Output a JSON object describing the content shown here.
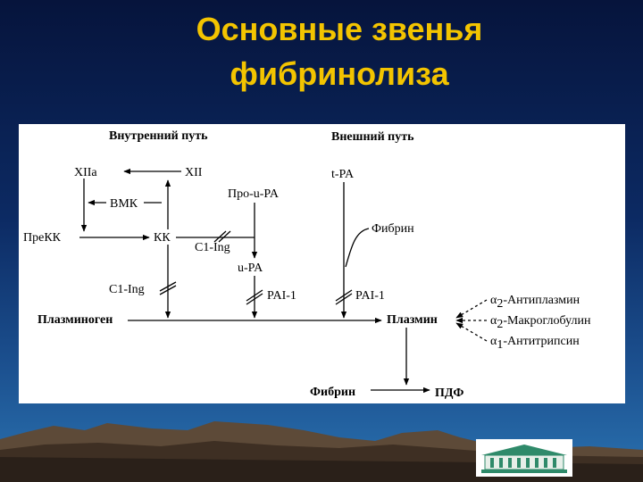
{
  "title": {
    "line1": "Основные звенья",
    "line2": "фибринолиза"
  },
  "diagram": {
    "intrinsic_header": "Внутренний путь",
    "extrinsic_header": "Внешний путь",
    "nodes": {
      "xiia": "XIIa",
      "xii": "XII",
      "vmk": "ВМК",
      "pro_u_pa": "Про-u-PA",
      "prekk": "ПреКК",
      "kk": "КК",
      "c1_ing_top": "C1-Ing",
      "u_pa": "u-PA",
      "t_pa": "t-PA",
      "fibrin_side": "Фибрин",
      "c1_ing_left": "C1-Ing",
      "pai1_left": "PAI-1",
      "pai1_right": "PAI-1",
      "plasminogen": "Плазминоген",
      "plasmin": "Плазмин",
      "fibrin_bottom": "Фибрин",
      "pdf": "ПДФ"
    },
    "inhibitors": [
      {
        "greek": "α",
        "sub": "2",
        "name": "-Антиплазмин"
      },
      {
        "greek": "α",
        "sub": "2",
        "name": "-Макроглобулин"
      },
      {
        "greek": "α",
        "sub": "1",
        "name": "-Антитрипсин"
      }
    ]
  }
}
